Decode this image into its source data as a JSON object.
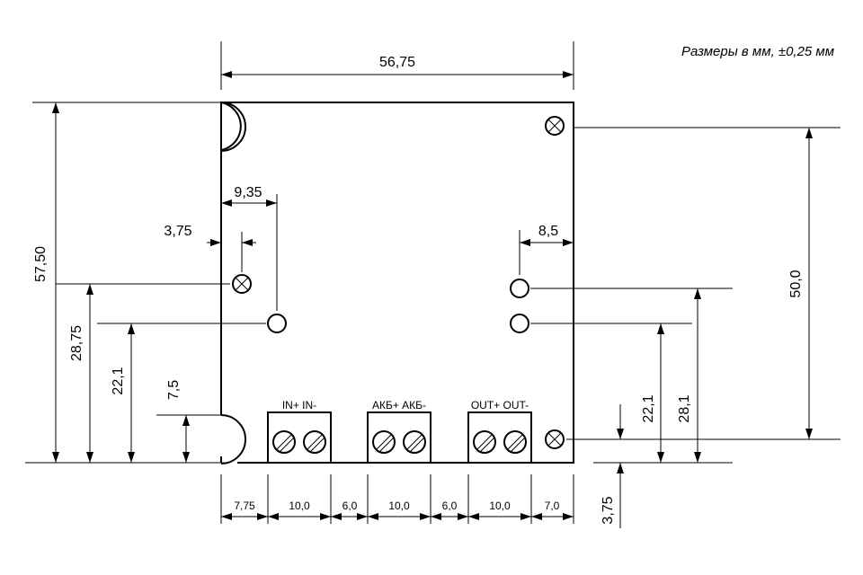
{
  "note": "Размеры в мм, ±0,25 мм",
  "dimensions": {
    "board_width": "56,75",
    "board_height": "57,50",
    "hole_left_offset_1": "9,35",
    "hole_left_offset_2": "3,75",
    "hole_right_offset": "8,5",
    "left_height_1": "28,75",
    "left_height_2": "22,1",
    "left_height_3": "7,5",
    "right_height_total": "50,0",
    "right_height_1": "22,1",
    "right_height_2": "28,1",
    "right_bottom": "3,75",
    "bottom_1": "7,75",
    "bottom_2": "10,0",
    "bottom_3": "6,0",
    "bottom_4": "10,0",
    "bottom_5": "6,0",
    "bottom_6": "10,0",
    "bottom_7": "7,0"
  },
  "terminals": {
    "in_label": "IN+ IN-",
    "battery_label": "АКБ+ АКБ-",
    "out_label": "OUT+ OUT-"
  }
}
